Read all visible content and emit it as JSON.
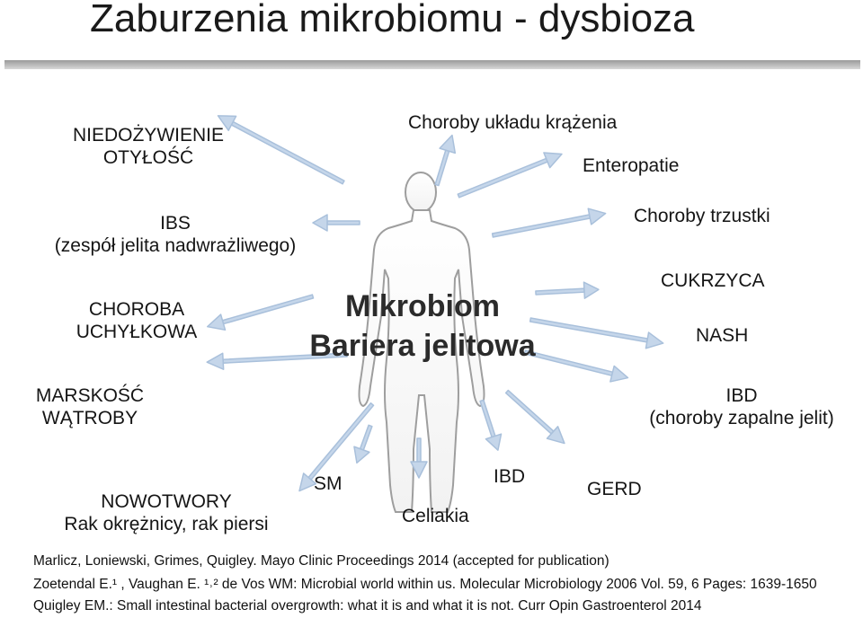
{
  "slide": {
    "title": "Zaburzenia mikrobiomu - dysbioza",
    "center": {
      "line1": "Mikrobiom",
      "line2": "Bariera jelitowa"
    },
    "left_labels": {
      "niedozywienie": "NIEDOŻYWIENIE",
      "otylosc": "OTYŁOŚĆ",
      "ibs": "IBS",
      "ibs_desc": "(zespół jelita nadwrażliwego)",
      "choroba": "CHOROBA",
      "uchylkowa": "UCHYŁKOWA",
      "marskosc": "MARSKOŚĆ",
      "watroby": "WĄTROBY"
    },
    "right_labels": {
      "krazenia": "Choroby układu krążenia",
      "enteropatie": "Enteropatie",
      "trzustki": "Choroby trzustki",
      "cukrzyca": "CUKRZYCA",
      "nash": "NASH",
      "ibd": "IBD",
      "ibd_desc": "(choroby zapalne jelit)"
    },
    "bottom_labels": {
      "nowotwory": "NOWOTWORY",
      "nowotwory_desc": "Rak okrężnicy, rak piersi",
      "sm": "SM",
      "celiakia": "Celiakia",
      "ibd": "IBD",
      "gerd": "GERD"
    },
    "references": {
      "ref1": "Marlicz, Loniewski, Grimes, Quigley. Mayo Clinic Proceedings 2014 (accepted for publication)",
      "ref2": "Zoetendal E.¹ , Vaughan E. ¹˒² de Vos WM: Microbial world within us. Molecular Microbiology 2006 Vol. 59, 6 Pages: 1639-1650",
      "ref3": "Quigley EM.: Small intestinal bacterial overgrowth: what it is and what it is not. Curr Opin Gastroenterol 2014"
    },
    "colors": {
      "arrow": "#c5d6ea",
      "arrow_stroke": "#a9c0db",
      "body_outline": "#9e9e9e"
    }
  }
}
